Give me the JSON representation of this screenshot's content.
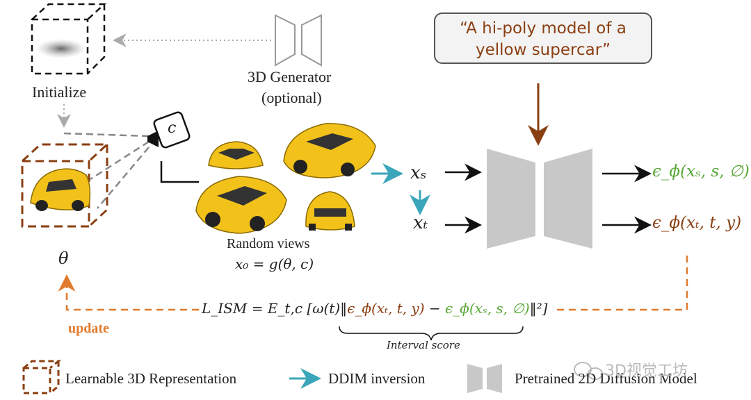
{
  "diagram": {
    "initialize_label": "Initialize",
    "generator_label_line1": "3D Generator",
    "generator_label_line2": "(optional)",
    "prompt_line1": "“A hi-poly model of a",
    "prompt_line2": "yellow supercar”",
    "camera_label": "c",
    "theta_label": "θ",
    "random_views_label": "Random views",
    "x0_eq": "x₀ = g(θ, c)",
    "xs_label": "xₛ",
    "xt_label": "xₜ",
    "eps_s": "ϵ_ϕ(xₛ, s, ∅)",
    "eps_t": "ϵ_ϕ(xₜ, t, y)",
    "loss_prefix": "L_ISM = E_t,c [ω(t)‖",
    "loss_term_t": "ϵ_ϕ(xₜ, t, y)",
    "loss_minus": "−",
    "loss_term_s": "ϵ_ϕ(xₛ, s, ∅)",
    "loss_suffix": "‖²]",
    "interval_score": "Interval score",
    "update_label": "update"
  },
  "legend": {
    "item1": "Learnable 3D Representation",
    "item2": "DDIM inversion",
    "item3": "Pretrained 2D Diffusion Model"
  },
  "watermark": "3D视觉工坊",
  "colors": {
    "green": "#5aa83a",
    "brown": "#8a3f12",
    "orange": "#e07a2c",
    "teal": "#3aa6b9",
    "gray_model": "#c8c8c8",
    "car_yellow": "#f2c21b"
  }
}
